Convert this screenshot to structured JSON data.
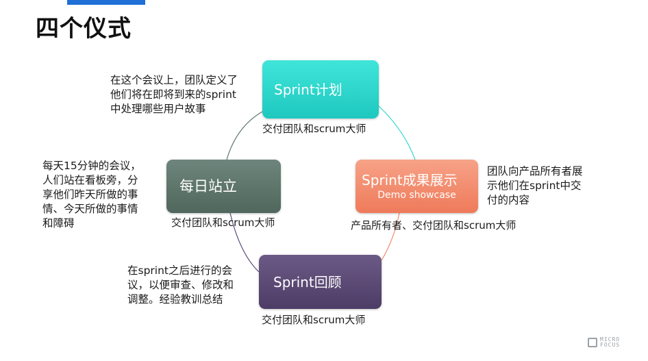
{
  "slide": {
    "title": "四个仪式"
  },
  "ceremonies": {
    "planning": {
      "label": "Sprint计划",
      "roles": "交付团队和scrum大师",
      "description": [
        "在这个会议上，团队定义了",
        "他们将在即将到来的sprint",
        "中处理哪些用户故事"
      ],
      "color": "#2fd6cc"
    },
    "review": {
      "label": "Sprint成果展示",
      "sublabel": "Demo showcase",
      "roles": "产品所有者、交付团队和scrum大师",
      "description": [
        "团队向产品所有者展",
        "示他们在sprint中交",
        "付的内容"
      ],
      "color": "#f28b6c"
    },
    "standup": {
      "label": "每日站立",
      "roles": "交付团队和scrum大师",
      "description": [
        "每天15分钟的会议，",
        "人们站在看板旁，分",
        "享他们昨天所做的事",
        "情、今天所做的事情",
        "和障碍"
      ],
      "color": "#5d756b"
    },
    "retro": {
      "label": "Sprint回顾",
      "roles": "交付团队和scrum大师",
      "description": [
        "在sprint之后进行的会",
        "议，以便审查、修改和",
        "调整。经验教训总结"
      ],
      "color": "#5c4a77"
    }
  },
  "logo": {
    "line1": "MICRO",
    "line2": "FOCUS"
  }
}
